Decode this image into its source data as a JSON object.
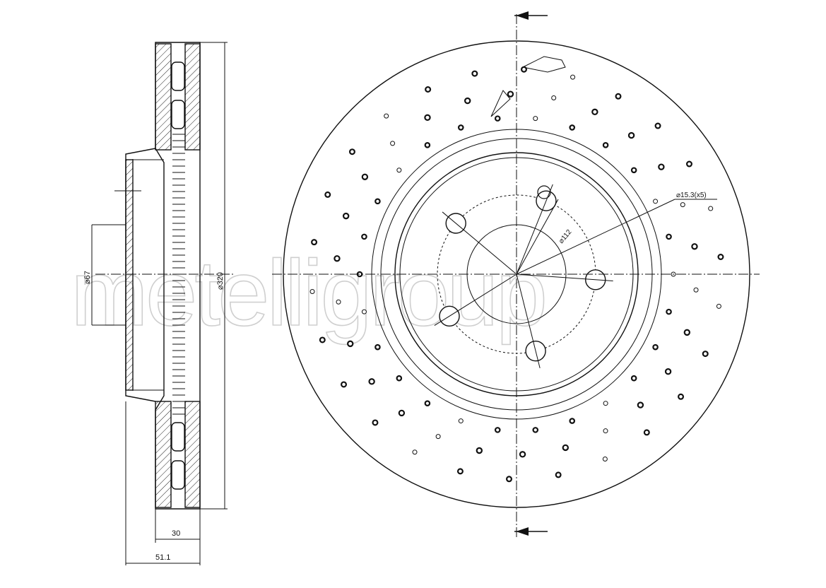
{
  "watermark": "metelligroup",
  "dimensions": {
    "hub_diameter": "⌀67",
    "disc_diameter": "⌀320",
    "disc_thickness": "30",
    "total_height": "51.1",
    "bolt_circle": "⌀112",
    "bolt_holes": "⌀15.3(x5)"
  },
  "colors": {
    "line": "#111111",
    "watermark": "#cfcfcf"
  }
}
